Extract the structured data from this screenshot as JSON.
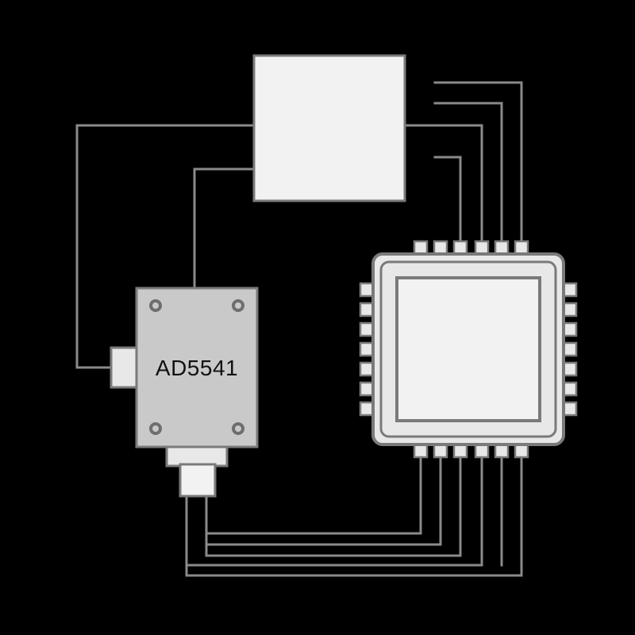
{
  "diagram": {
    "colors": {
      "background": "#000000",
      "wire": "#8a8a8a",
      "outline": "#7a7a7a",
      "white_block": "#f2f2f2",
      "dac_body": "#c9c9c9",
      "pin": "#e8e8e8",
      "screw": "#6e6e6e",
      "label_text": "#111111"
    },
    "components": {
      "top_block": {
        "icon": "blank-module"
      },
      "dac": {
        "label": "AD5541",
        "icon": "dac-chip"
      },
      "mcu": {
        "icon": "qfp-microcontroller"
      }
    }
  }
}
